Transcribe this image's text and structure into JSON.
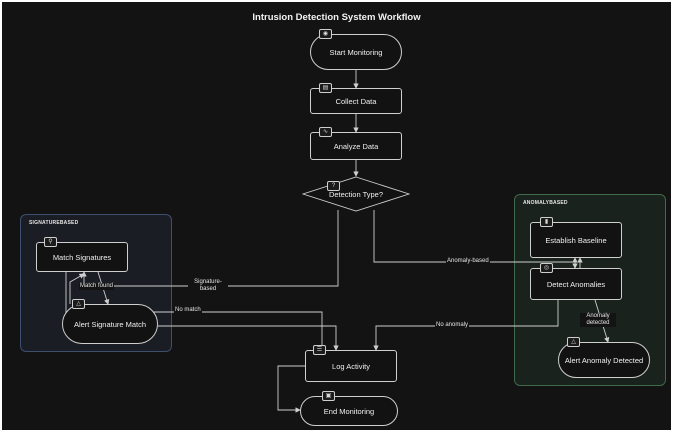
{
  "title": "Intrusion Detection System Workflow",
  "groups": {
    "signature": "SIGNATUREBASED",
    "anomaly": "ANOMALYBASED"
  },
  "nodes": {
    "start": "Start Monitoring",
    "collect": "Collect Data",
    "analyze": "Analyze Data",
    "decision": "Detection Type?",
    "match": "Match Signatures",
    "alert_sig": "Alert Signature Match",
    "baseline": "Establish Baseline",
    "detect": "Detect Anomalies",
    "alert_ano": "Alert Anomaly Detected",
    "log": "Log Activity",
    "end": "End Monitoring"
  },
  "edge_labels": {
    "signature_based": "Signature-based",
    "anomaly_based": "Anomaly-based",
    "match_found": "Match found",
    "no_match": "No match",
    "no_anomaly": "No anomaly",
    "anomaly_detected": "Anomaly detected"
  },
  "icons": {
    "start": "eye-icon",
    "collect": "database-icon",
    "analyze": "activity-icon",
    "decision": "help-icon",
    "match": "search-icon",
    "alert_sig": "alert-triangle-icon",
    "baseline": "bar-chart-icon",
    "detect": "radar-icon",
    "alert_ano": "alert-triangle-icon",
    "log": "file-text-icon",
    "end": "stop-icon"
  },
  "colors": {
    "background": "#131313",
    "node_border": "#cfcfcf",
    "signature_group": "#3d4e6e",
    "anomaly_group": "#3f6b4a",
    "text": "#f0f0f0"
  }
}
